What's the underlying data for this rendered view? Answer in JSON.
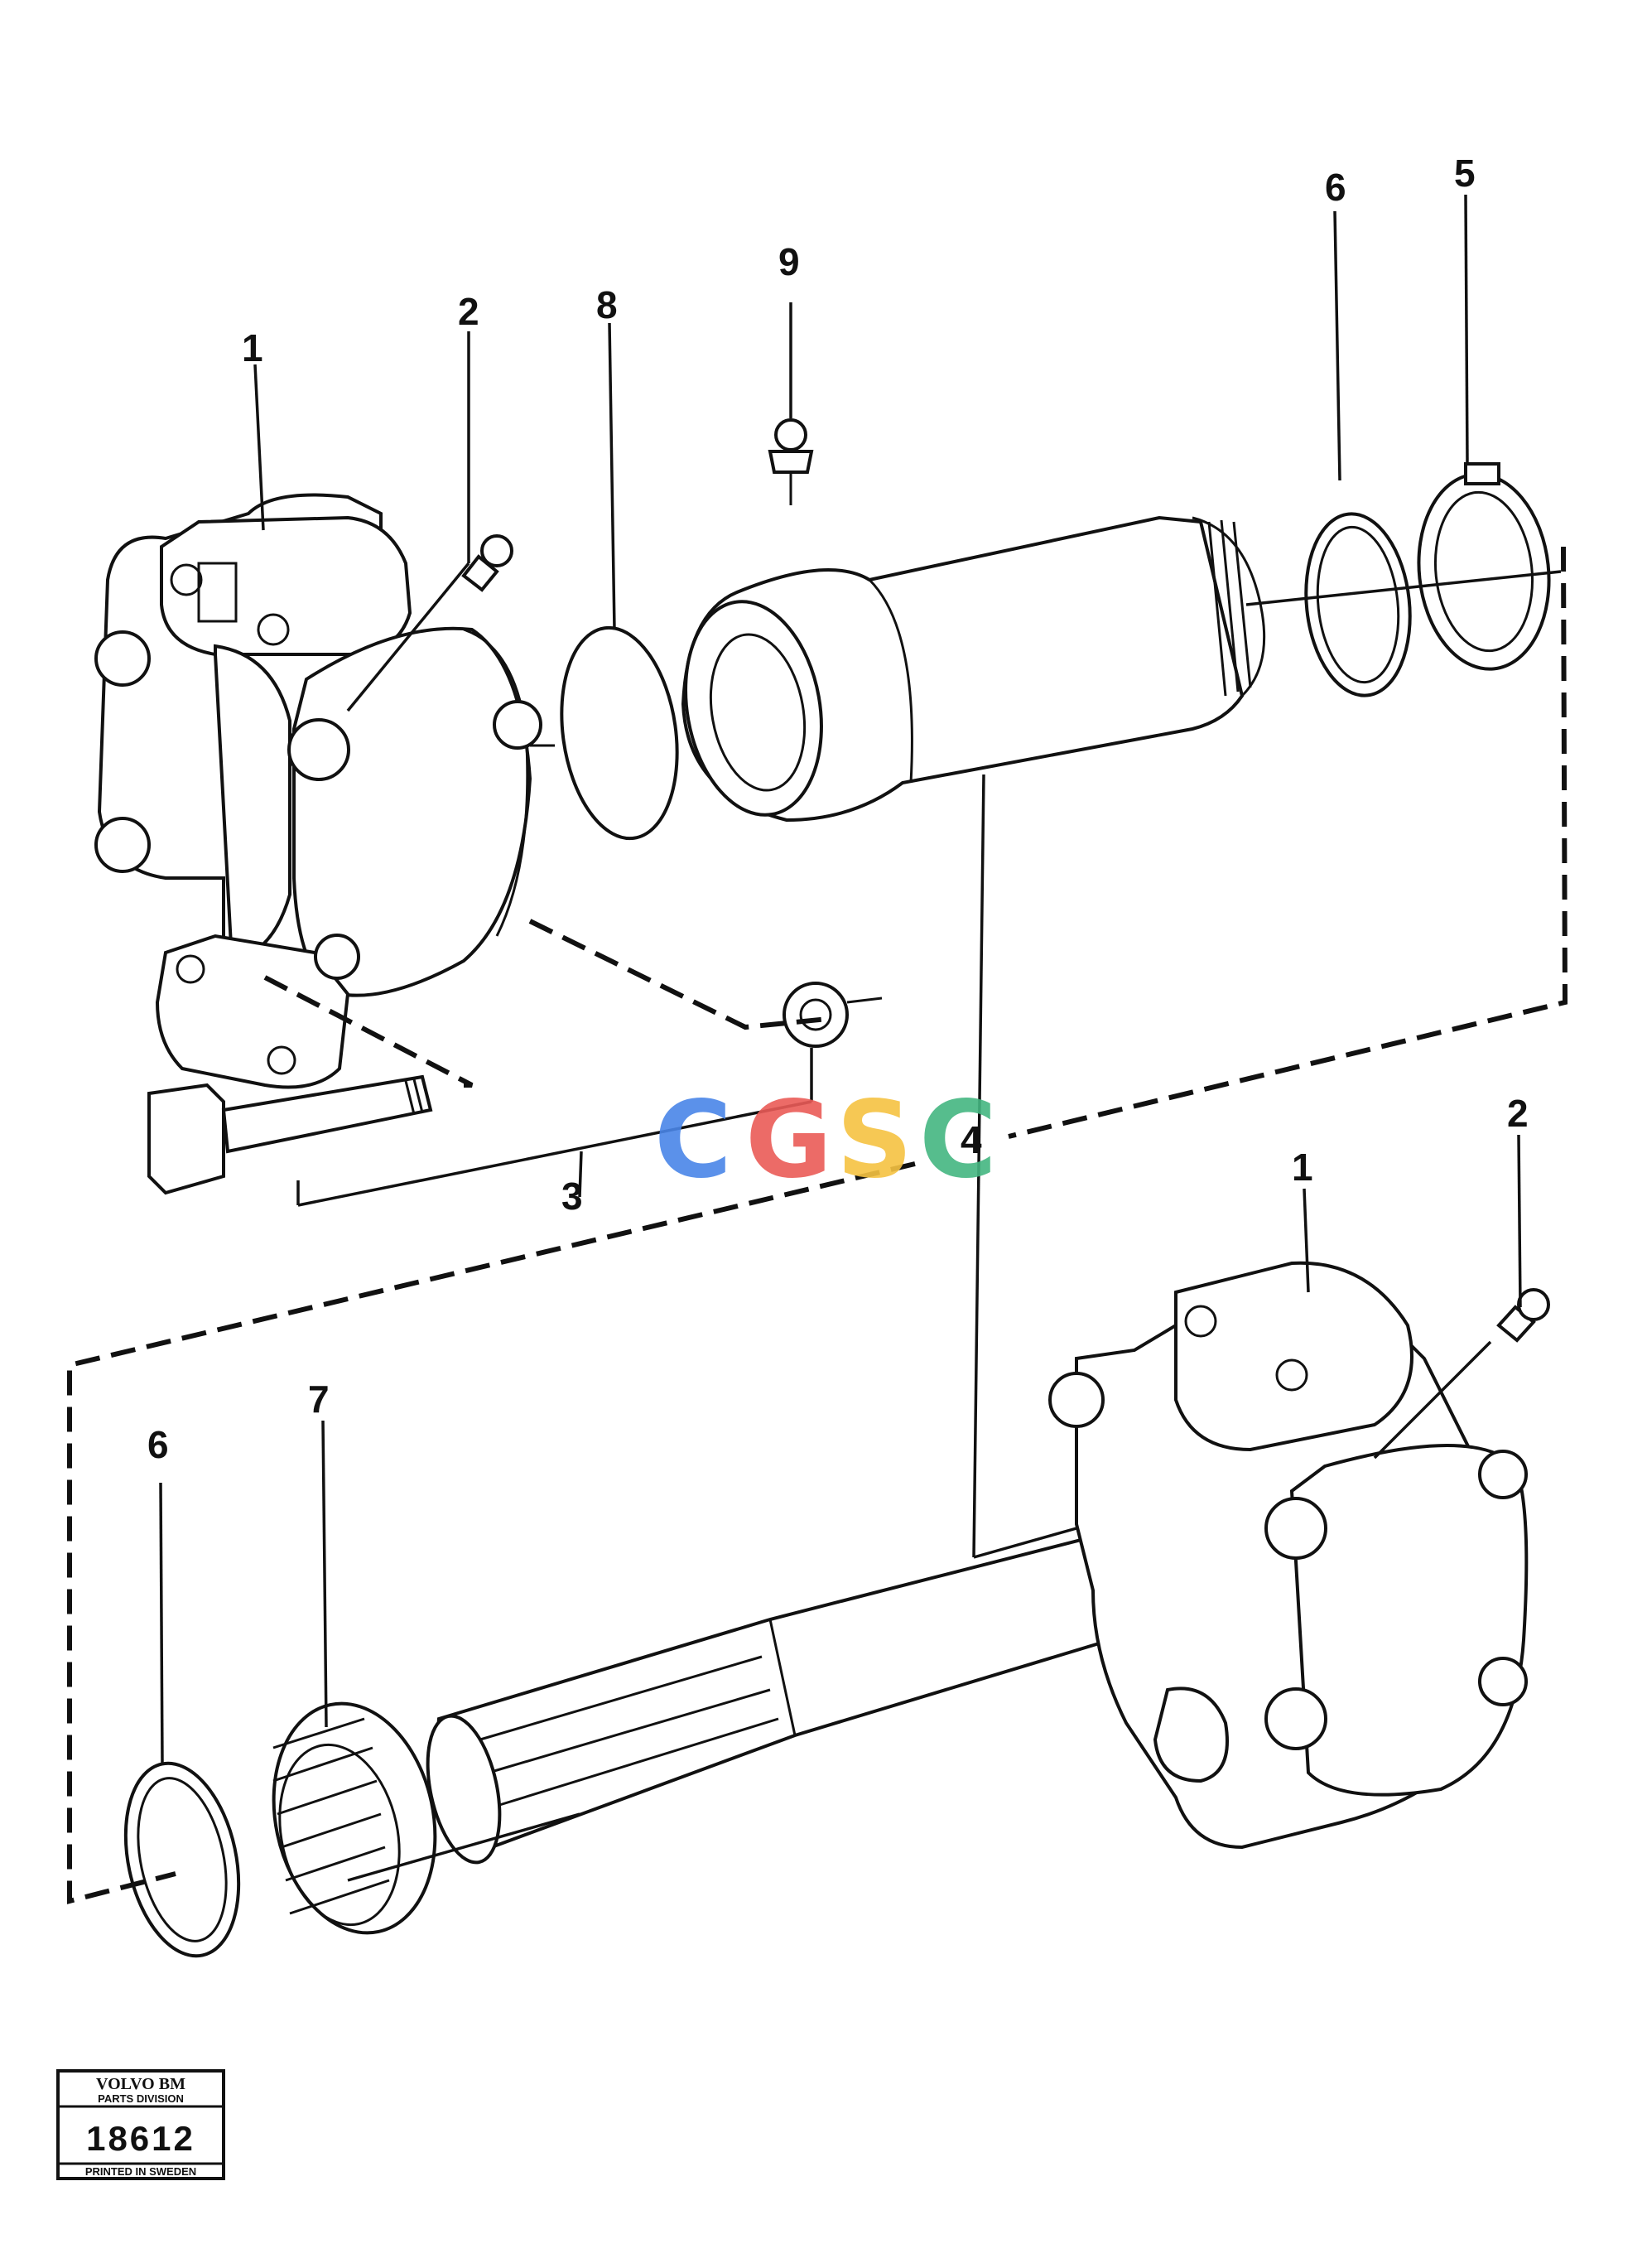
{
  "callouts": {
    "c1_top": "1",
    "c2_top": "2",
    "c3": "3",
    "c4": "4",
    "c5": "5",
    "c6_top": "6",
    "c7": "7",
    "c8": "8",
    "c9": "9",
    "c1_bottom": "1",
    "c2_bottom": "2",
    "c6_bottom": "6"
  },
  "watermark": {
    "letters": [
      "C",
      "G",
      "S",
      "C"
    ],
    "colors": [
      "#4a86e8",
      "#ea5b57",
      "#f6c342",
      "#44b681"
    ]
  },
  "stamp": {
    "brand": "VOLVO BM",
    "division": "PARTS DIVISION",
    "number": "18612",
    "printed": "PRINTED IN SWEDEN"
  }
}
